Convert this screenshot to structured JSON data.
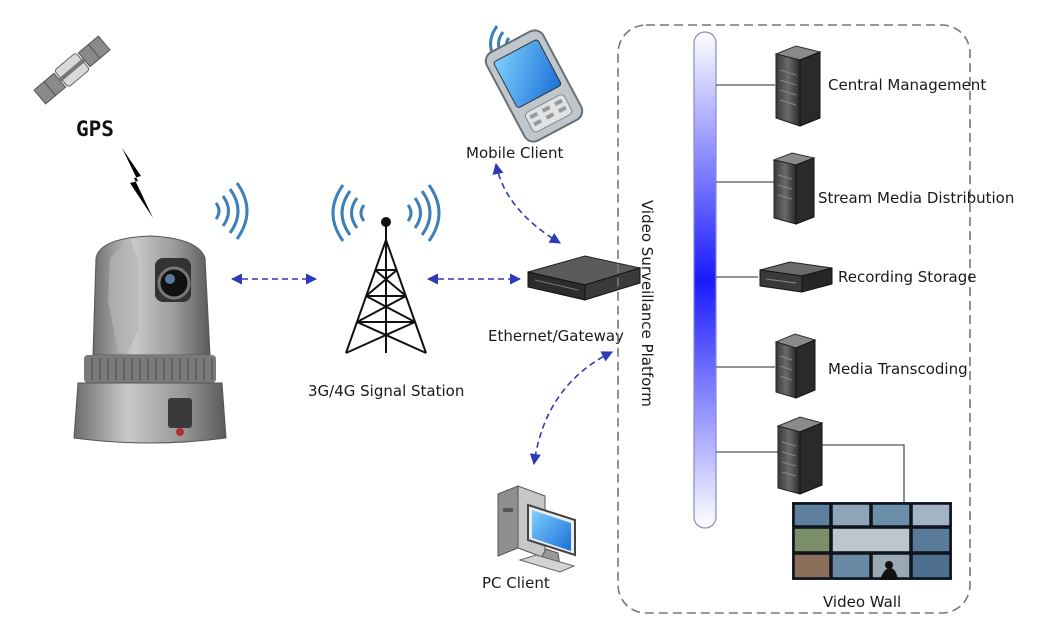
{
  "labels": {
    "gps": "GPS",
    "mobile_client": "Mobile Client",
    "signal_station": "3G/4G Signal Station",
    "gateway": "Ethernet/Gateway",
    "pc_client": "PC Client",
    "platform": "Video Surveillance Platform",
    "video_wall": "Video Wall"
  },
  "servers": [
    {
      "label": "Central Management",
      "icon": "server-tower-icon"
    },
    {
      "label": "Stream Media Distribution",
      "icon": "server-tower-icon"
    },
    {
      "label": "Recording Storage",
      "icon": "storage-box-icon"
    },
    {
      "label": "Media Transcoding",
      "icon": "server-tower-icon"
    },
    {
      "label": "",
      "icon": "server-tower-icon"
    }
  ],
  "colors": {
    "arrow": "#2f3ab8",
    "bus_mid": "#1a1aff",
    "bus_edge": "#ffffff",
    "platform_border": "#777777"
  }
}
